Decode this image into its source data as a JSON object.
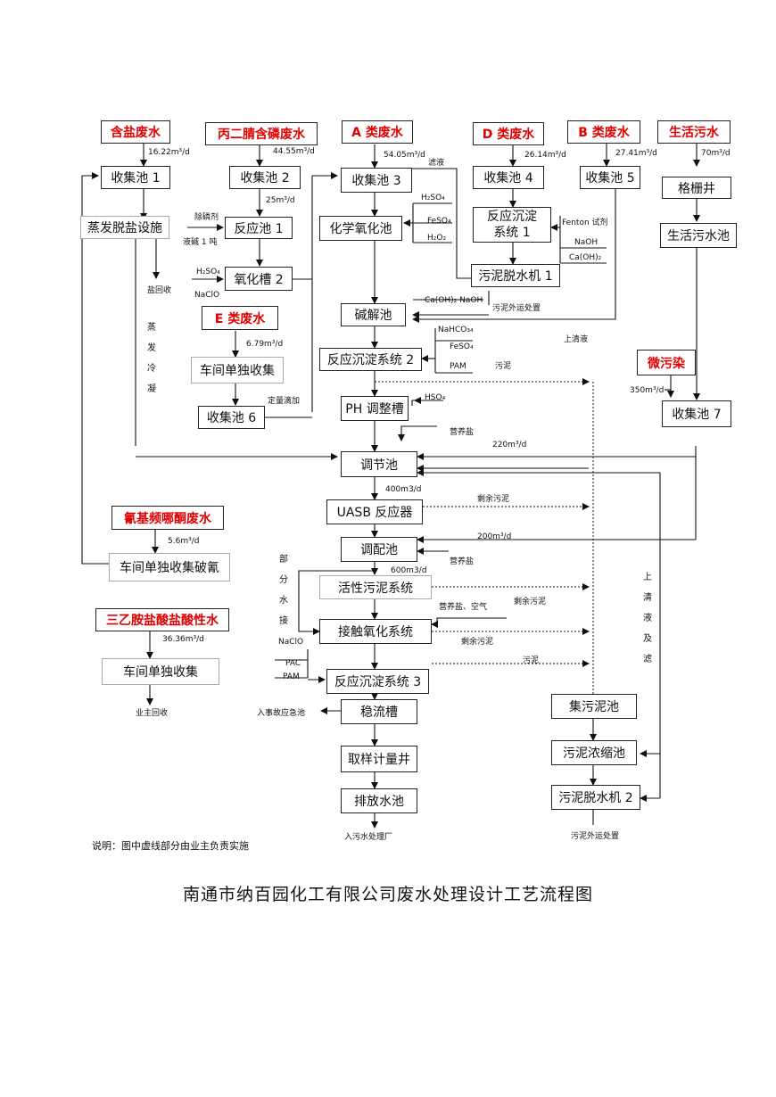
{
  "sources": {
    "salt": "含盐废水",
    "acrylonitrile": "丙二腈含磷废水",
    "class_a": "A 类废水",
    "class_d": "D 类废水",
    "class_b": "B 类废水",
    "domestic": "生活污水",
    "class_e": "E 类废水",
    "micro_pollution": "微污染",
    "cyano": "氰基频哪酮废水",
    "triethylamine": "三乙胺盐酸盐酸性水"
  },
  "units": {
    "collect1": "收集池 1",
    "collect2": "收集池 2",
    "collect3": "收集池 3",
    "collect4": "收集池 4",
    "collect5": "收集池 5",
    "grille_well": "格栅井",
    "evaporation": "蒸发脱盐设施",
    "reaction1": "反应池 1",
    "chem_oxidation": "化学氧化池",
    "precipitation1_line1": "反应沉淀",
    "precipitation1_line2": "系统 1",
    "domestic_pool": "生活污水池",
    "oxidation2": "氧化槽 2",
    "sludge_dewater1": "污泥脱水机 1",
    "alkaline_pool": "碱解池",
    "workshop_collect": "车间单独收集",
    "precipitation2": "反应沉淀系统 2",
    "collect6": "收集池 6",
    "ph_tank": "PH 调整槽",
    "collect7": "收集池 7",
    "regulating": "调节池",
    "uasb": "UASB 反应器",
    "cyanide_break": "车间单独收集破氰",
    "blending": "调配池",
    "activated_sludge": "活性污泥系统",
    "contact_oxidation": "接触氧化系统",
    "workshop_collect2": "车间单独收集",
    "precipitation3": "反应沉淀系统 3",
    "stabilizing": "稳流槽",
    "sludge_collect": "集污泥池",
    "sampling_well": "取样计量井",
    "sludge_thicken": "污泥浓缩池",
    "discharge_pool": "排放水池",
    "sludge_dewater2": "污泥脱水机 2"
  },
  "labels": {
    "flow_salt": "16.22m³/d",
    "flow_acryl": "44.55m³/d",
    "flow_a": "54.05m³/d",
    "filtrate": "滤液",
    "flow_d": "26.14m³/d",
    "flow_b": "27.41m³/d",
    "flow_domestic": "70m³/d",
    "flow_c2": "25m³/d",
    "h2so4_a": "H₂SO₄",
    "feso4_a": "FeSO₄",
    "h2o2_a": "H₂O₂",
    "dephos": "除磷剂",
    "liquid_base": "液碱 1 吨",
    "fenton": "Fenton 试剂",
    "naoh_d": "NaOH",
    "caoh2_d": "Ca(OH)₂",
    "h2so4_b": "H₂SO₄",
    "naclo_b": "NaClO",
    "salt_recovery": "盐回收",
    "caoh2_naoh": "Ca(OH)₂ NaOH",
    "sludge_outsource1": "污泥外运处置",
    "flow_e": "6.79m³/d",
    "nahco3": "NaHCO₃₄",
    "feso4_c": "FeSO₄",
    "pam_c": "PAM",
    "supernatant": "上清液",
    "sludge_c": "污泥",
    "flow_micro": "350m³/d",
    "quant_dosing": "定量滴加",
    "hso4": "HSO₄",
    "nutrient1": "营养盐",
    "flow_220": "220m³/d",
    "flow_400": "400m3/d",
    "excess_sludge1": "剩余污泥",
    "flow_cyano": "5.6m³/d",
    "flow_200": "200m³/d",
    "nutrient2": "营养盐",
    "flow_600": "600m3/d",
    "nutrient_air": "营养盐、空气",
    "excess_sludge2": "剩余污泥",
    "flow_tea": "36.36m³/d",
    "excess_sludge3": "剩余污泥",
    "naclo_c": "NaClO",
    "pac": "PAC",
    "pam_d": "PAM",
    "sludge_d": "污泥",
    "owner_recovery": "业主回收",
    "emergency_pool": "入事故应急池",
    "to_wwtp": "入污水处理厂",
    "sludge_outsource2": "污泥外运处置",
    "v_evaporation": "蒸发冷凝",
    "v_part_water": "部分水接",
    "v_supernatant_filtrate": "上清液及滤"
  },
  "note": "说明：图中虚线部分由业主负责实施",
  "title": "南通市纳百园化工有限公司废水处理设计工艺流程图",
  "colors": {
    "source_text": "#e00000",
    "line": "#111111",
    "gray_border": "#aaaaaa"
  }
}
